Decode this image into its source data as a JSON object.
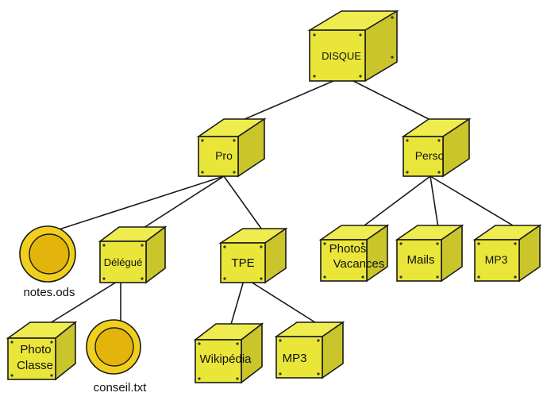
{
  "colors": {
    "box_fill": "#e9e639",
    "box_top": "#eeec4e",
    "box_side": "#c9c52a",
    "stroke": "#1a1a1a",
    "coin_outer": "#f1cf1d",
    "coin_inner": "#e3b40b"
  },
  "root": {
    "label": "DISQUE",
    "icon": "folder-box-icon"
  },
  "folders": {
    "pro": {
      "label": "Pro"
    },
    "perso": {
      "label": "Perso"
    },
    "delegue": {
      "label": "Délégué"
    },
    "tpe": {
      "label": "TPE"
    },
    "photos_vacances": {
      "line1": "Photos",
      "line2": "Vacances"
    },
    "mails": {
      "label": "Mails"
    },
    "mp3_perso": {
      "label": "MP3"
    },
    "photo_classe": {
      "line1": "Photo",
      "line2": "Classe"
    },
    "wikipedia": {
      "label": "Wikipédia"
    },
    "mp3_tpe": {
      "label": "MP3"
    }
  },
  "files": {
    "notes": {
      "label": "notes.ods",
      "icon": "file-coin-icon"
    },
    "conseil": {
      "label": "conseil.txt",
      "icon": "file-coin-icon"
    }
  }
}
